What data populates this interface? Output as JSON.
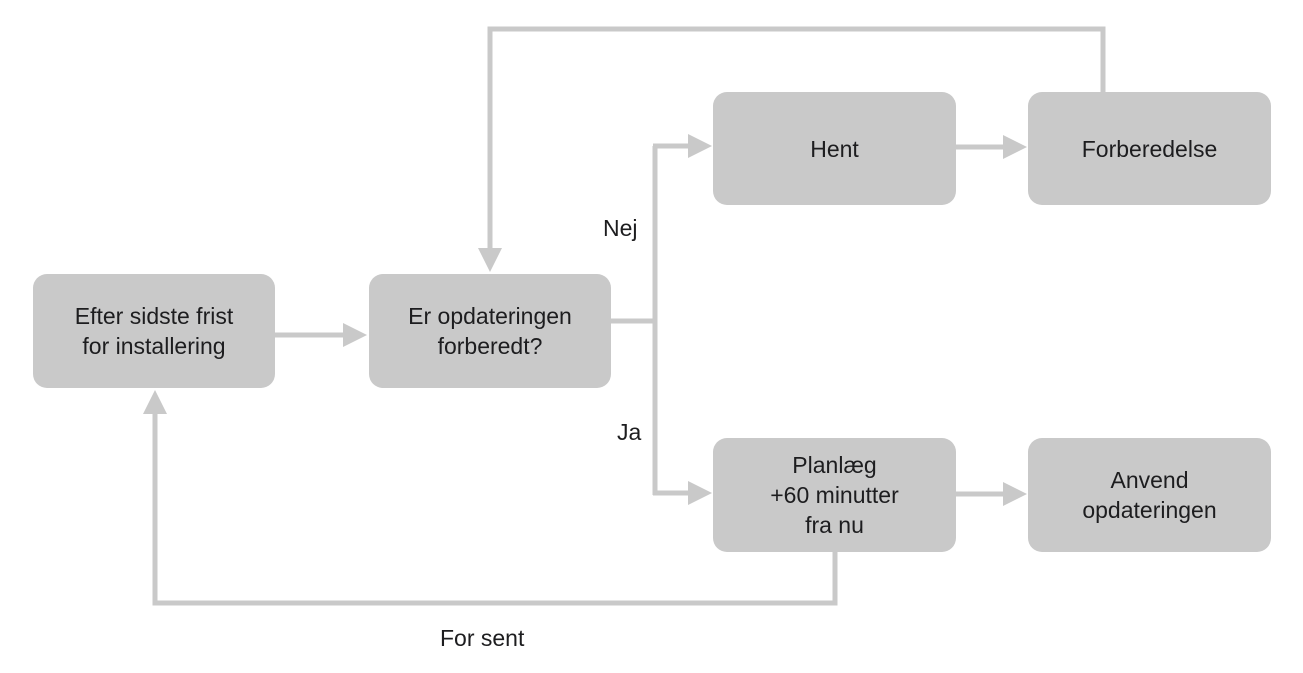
{
  "diagram": {
    "connector_color": "#c9c9c9",
    "node_fill": "#c9c9c9",
    "text_color": "#1d1d1f",
    "nodes": {
      "start": "Efter sidste frist\nfor installering",
      "check": "Er opdateringen\nforberedt?",
      "download": "Hent",
      "prepare": "Forberedelse",
      "schedule": "Planlæg\n+60 minutter\nfra nu",
      "apply": "Anvend\nopdateringen"
    },
    "edge_labels": {
      "no": "Nej",
      "yes": "Ja",
      "too_late": "For sent"
    }
  }
}
